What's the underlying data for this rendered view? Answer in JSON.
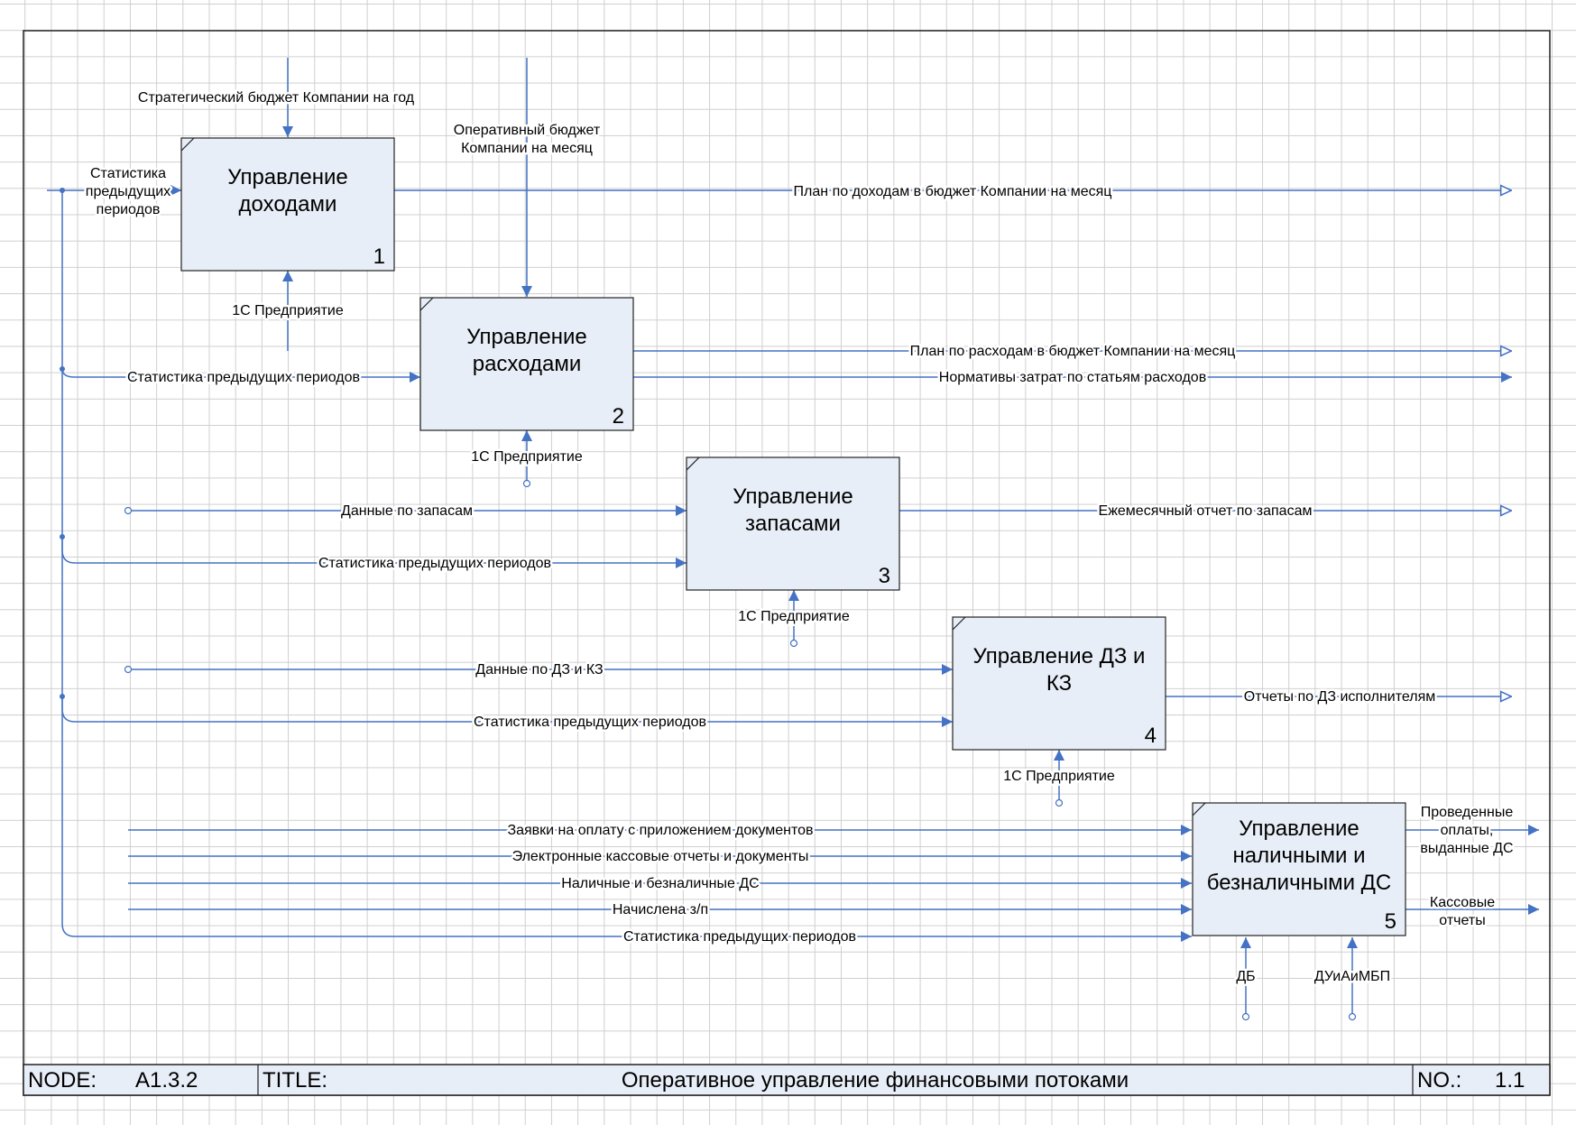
{
  "boxes": [
    {
      "lines": [
        "Управление",
        "доходами"
      ],
      "num": "1"
    },
    {
      "lines": [
        "Управление",
        "расходами"
      ],
      "num": "2"
    },
    {
      "lines": [
        "Управление",
        "запасами"
      ],
      "num": "3"
    },
    {
      "lines": [
        "Управление ДЗ и",
        "КЗ"
      ],
      "num": "4"
    },
    {
      "lines": [
        "Управление",
        "наличными и",
        "безналичными ДС"
      ],
      "num": "5"
    }
  ],
  "arrows": {
    "strategic_budget": "Стратегический бюджет Компании на год",
    "operative_budget": [
      "Оперативный бюджет",
      "Компании на месяц"
    ],
    "stats_box1": [
      "Статистика",
      "предыдущих",
      "периодов"
    ],
    "income_plan": "План по доходам в бюджет Компании на месяц",
    "mech_1c_1": "1С Предприятие",
    "stats_box2": "Статистика предыдущих периодов",
    "expense_plan": "План по расходам в бюджет Компании на месяц",
    "cost_norms": "Нормативы затрат по статьям расходов",
    "mech_1c_2": "1С Предприятие",
    "stock_data": "Данные по запасам",
    "stock_report": "Ежемесячный отчет по запасам",
    "stats_box3": "Статистика предыдущих периодов",
    "mech_1c_3": "1С Предприятие",
    "dz_kz_data": "Данные по ДЗ и КЗ",
    "dz_reports": "Отчеты по ДЗ исполнителям",
    "stats_box4": "Статистика предыдущих периодов",
    "mech_1c_4": "1С Предприятие",
    "payment_requests": "Заявки на оплату с приложением документов",
    "cash_reports_docs": "Электронные кассовые отчеты и документы",
    "cash_noncash": "Наличные и безналичные ДС",
    "salary": "Начислена з/п",
    "stats_box5": "Статистика предыдущих периодов",
    "payments_out": [
      "Проведенные",
      "оплаты,",
      "выданные ДС"
    ],
    "cash_out": [
      "Кассовые",
      "отчеты"
    ],
    "mech_db": "ДБ",
    "mech_duiaimbp": "ДУиАиМБП"
  },
  "footer": {
    "node_label": "NODE:",
    "node_value": "A1.3.2",
    "title_label": "TITLE:",
    "title_value": "Оперативное управление финансовыми потоками",
    "no_label": "NO.:",
    "no_value": "1.1"
  },
  "colors": {
    "line": "#4472c4",
    "box_fill": "#e8eef7",
    "footer_fill": "#e8eef7",
    "grid": "#cfcfcf"
  }
}
